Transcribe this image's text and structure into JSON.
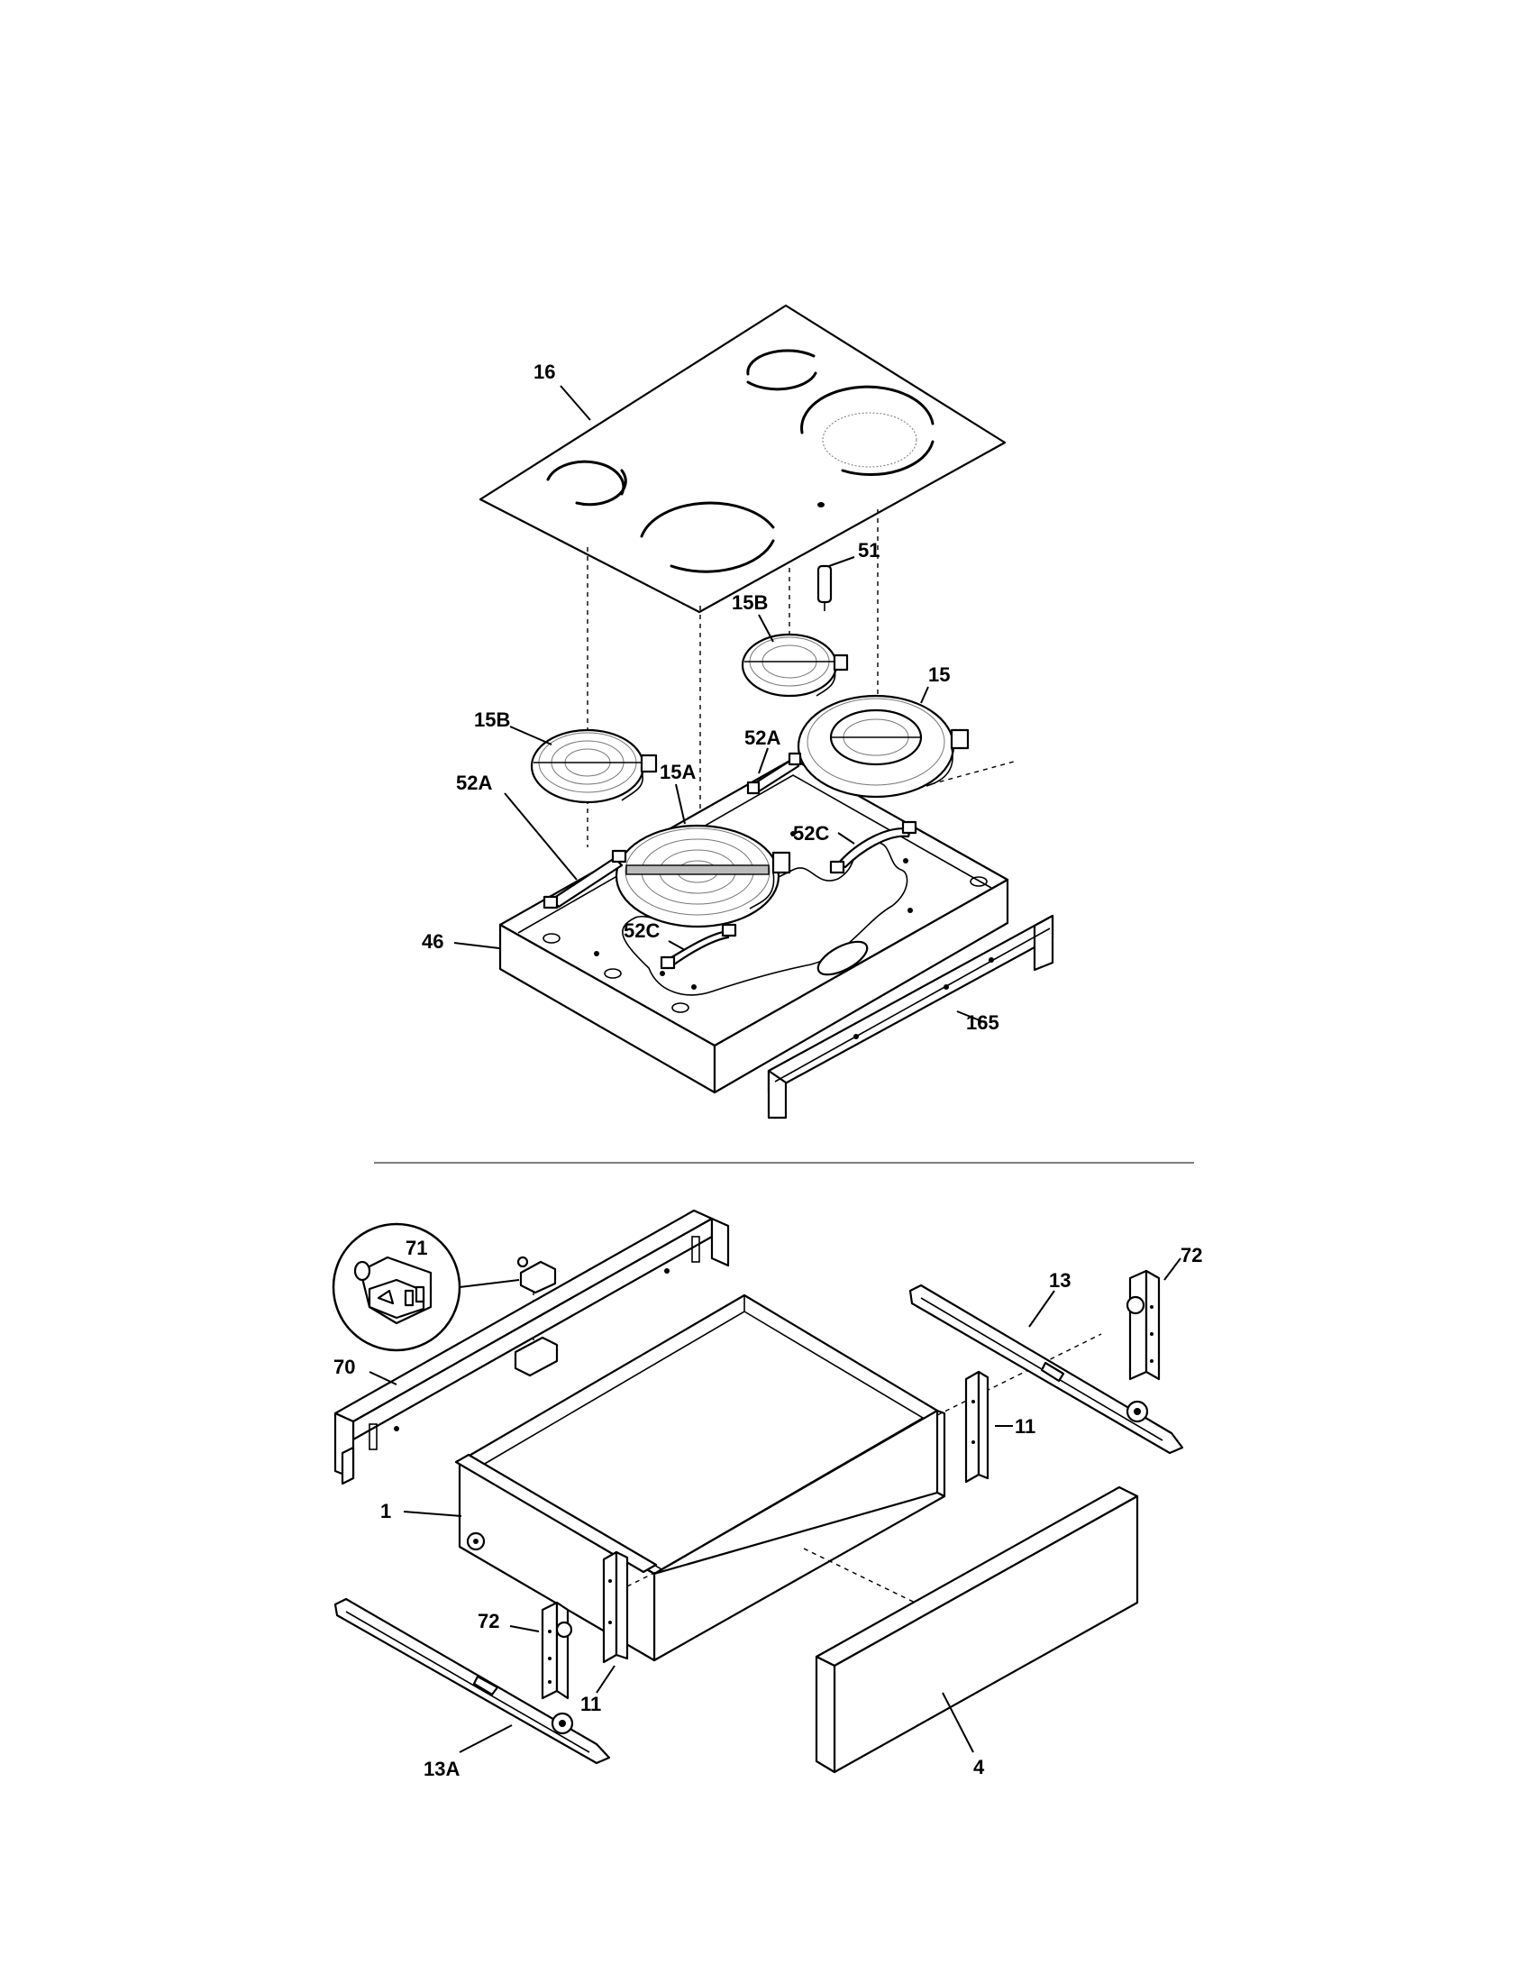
{
  "labels": {
    "cooktop_glass": "16",
    "switch": "51",
    "element_rear_small": "15B",
    "element_rear_large": "15",
    "element_front_small": "15B",
    "element_front_large": "15A",
    "bracket_left": "52A",
    "bracket_center_upper": "52A",
    "clip_right": "52C",
    "clip_center": "52C",
    "burner_box": "46",
    "rear_rail": "165",
    "drawer_switch_detail": "71",
    "rear_drawer_panel": "70",
    "drawer_body": "1",
    "right_slide": "13",
    "right_bracket": "72",
    "right_rail": "11",
    "left_bracket": "72",
    "left_rail": "11",
    "left_slide": "13A",
    "drawer_front": "4"
  }
}
